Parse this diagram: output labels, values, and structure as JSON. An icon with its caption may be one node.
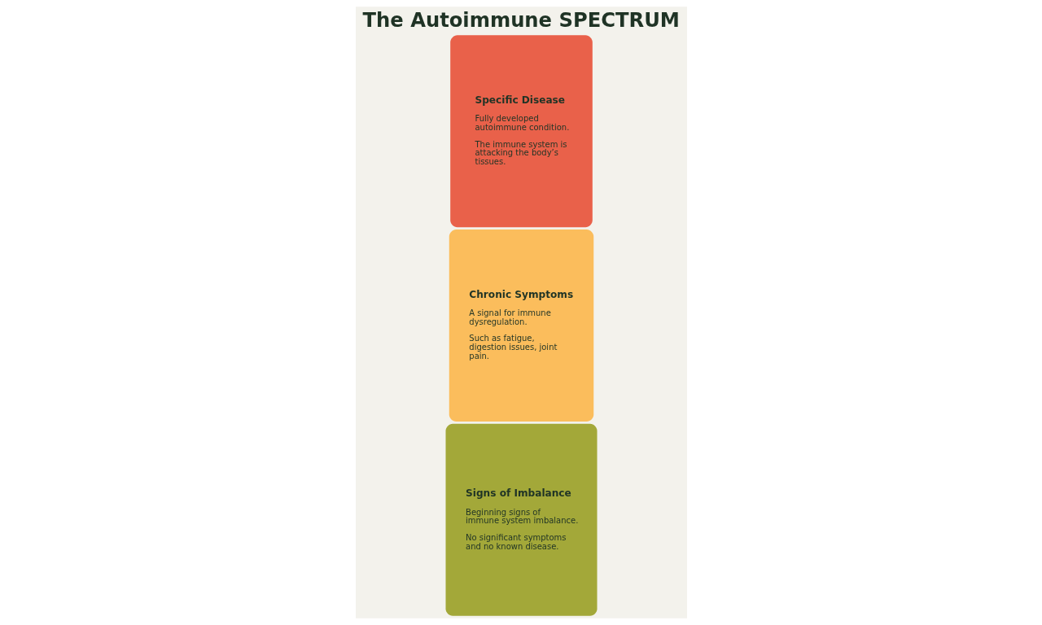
{
  "diagram": {
    "title": "The Autoimmune SPECTRUM",
    "nodes": [
      {
        "text": [
          "Signs of Imbalance",
          "Beginning signs of immune system imbalance.",
          "No significant symptoms and no known disease."
        ]
      },
      {
        "text": [
          "Chronic Symptoms",
          "A signal for immune dysregulation.",
          "Such as fatigue, digestion issues, joint pain."
        ]
      },
      {
        "text": [
          "Specific Disease",
          "Fully developed autoimmune condition.",
          "The immune system is attacking the body’s tissues."
        ]
      }
    ]
  }
}
